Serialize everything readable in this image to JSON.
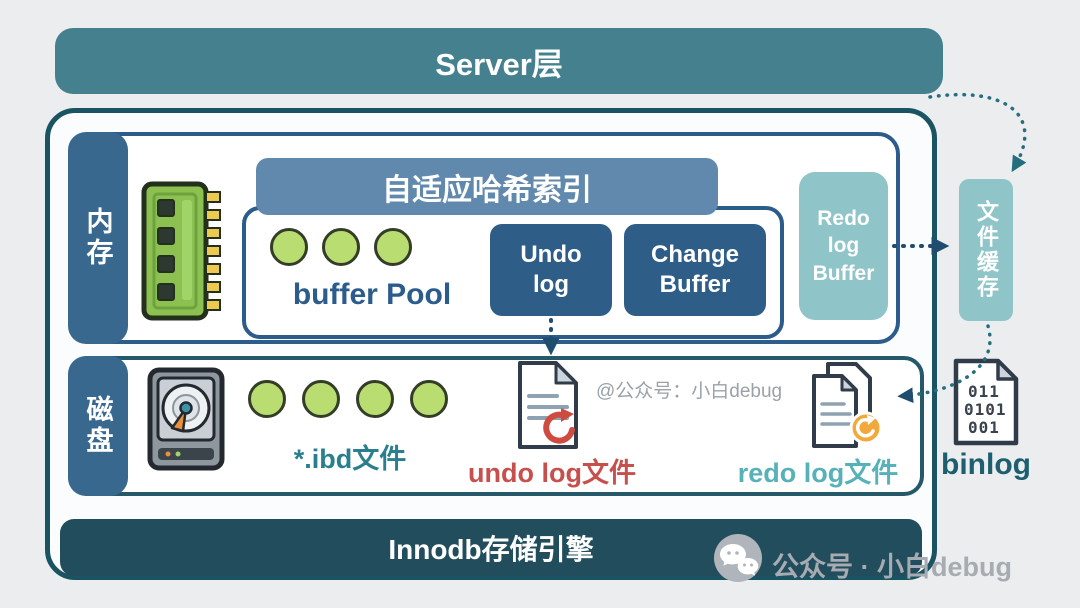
{
  "server_layer": {
    "label": "Server层"
  },
  "engine_bar": {
    "label": "Innodb存储引擎"
  },
  "memory": {
    "label": "内存",
    "hash_index_label": "自适应哈希索引",
    "buffer_pool_label": "buffer Pool",
    "undo_log_label": "Undo log",
    "change_buffer_label": "Change Buffer",
    "redo_log_buffer_label": "Redo log Buffer"
  },
  "disk": {
    "label": "磁盘",
    "ibd_label": "*.ibd文件",
    "undo_file_label": "undo log文件",
    "redo_file_label": "redo log文件",
    "watermark": "@公众号：小白debug"
  },
  "binlog": {
    "label": "binlog",
    "icon_lines": [
      "011",
      "0101",
      "001"
    ]
  },
  "file_cache": {
    "label": "文件缓存"
  },
  "footer": {
    "watermark": "公众号 · 小白debug"
  },
  "colors": {
    "server_bar": "#45808f",
    "engine_bar": "#214d5c",
    "navy_box": "#2e5d88",
    "row_label": "#39688f",
    "teal_box": "#8fc5c8",
    "green_circle": "#b9dd70",
    "undo_red": "#c7504c",
    "redo_teal": "#57b1b9",
    "binlog_teal": "#1d5f6e",
    "arrow_navy": "#1f4d70",
    "arrow_teal": "#256e80"
  }
}
